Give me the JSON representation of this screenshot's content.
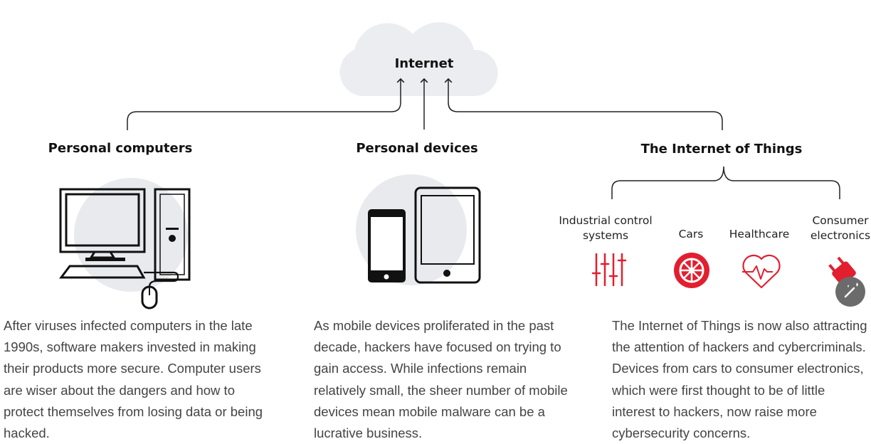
{
  "internet": {
    "label": "Internet"
  },
  "categories": {
    "pc": {
      "title": "Personal computers",
      "description": "After viruses infected computers in the late 1990s, software makers invested in making their products more secure. Computer users are wiser about the dangers and how to protect themselves from losing data or being hacked."
    },
    "devices": {
      "title": "Personal devices",
      "description": "As mobile devices proliferated in the past decade, hackers have focused on trying to gain access. While infections remain relatively small, the sheer number of mobile devices mean mobile malware can be a lucrative business."
    },
    "iot": {
      "title": "The Internet of Things",
      "description": "The Internet of Things is now also attracting the attention of hackers and cybercriminals. Devices from cars to consumer electronics, which were first thought to be of little interest to hackers, now raise more cybersecurity concerns.",
      "subcategories": {
        "industrial_line1": "Industrial control",
        "industrial_line2": "systems",
        "cars": "Cars",
        "healthcare": "Healthcare",
        "consumer_line1": "Consumer",
        "consumer_line2": "electronics"
      }
    }
  },
  "colors": {
    "accent": "#e21f2f",
    "cloud": "#ebedf0",
    "icon_bg": "#e8eaed",
    "badge": "#6b6b6b"
  },
  "icons": {
    "industrial": "sliders-icon",
    "cars": "wheel-icon",
    "healthcare": "heart-pulse-icon",
    "consumer": "plug-icon",
    "badge": "magic-wand-icon"
  }
}
